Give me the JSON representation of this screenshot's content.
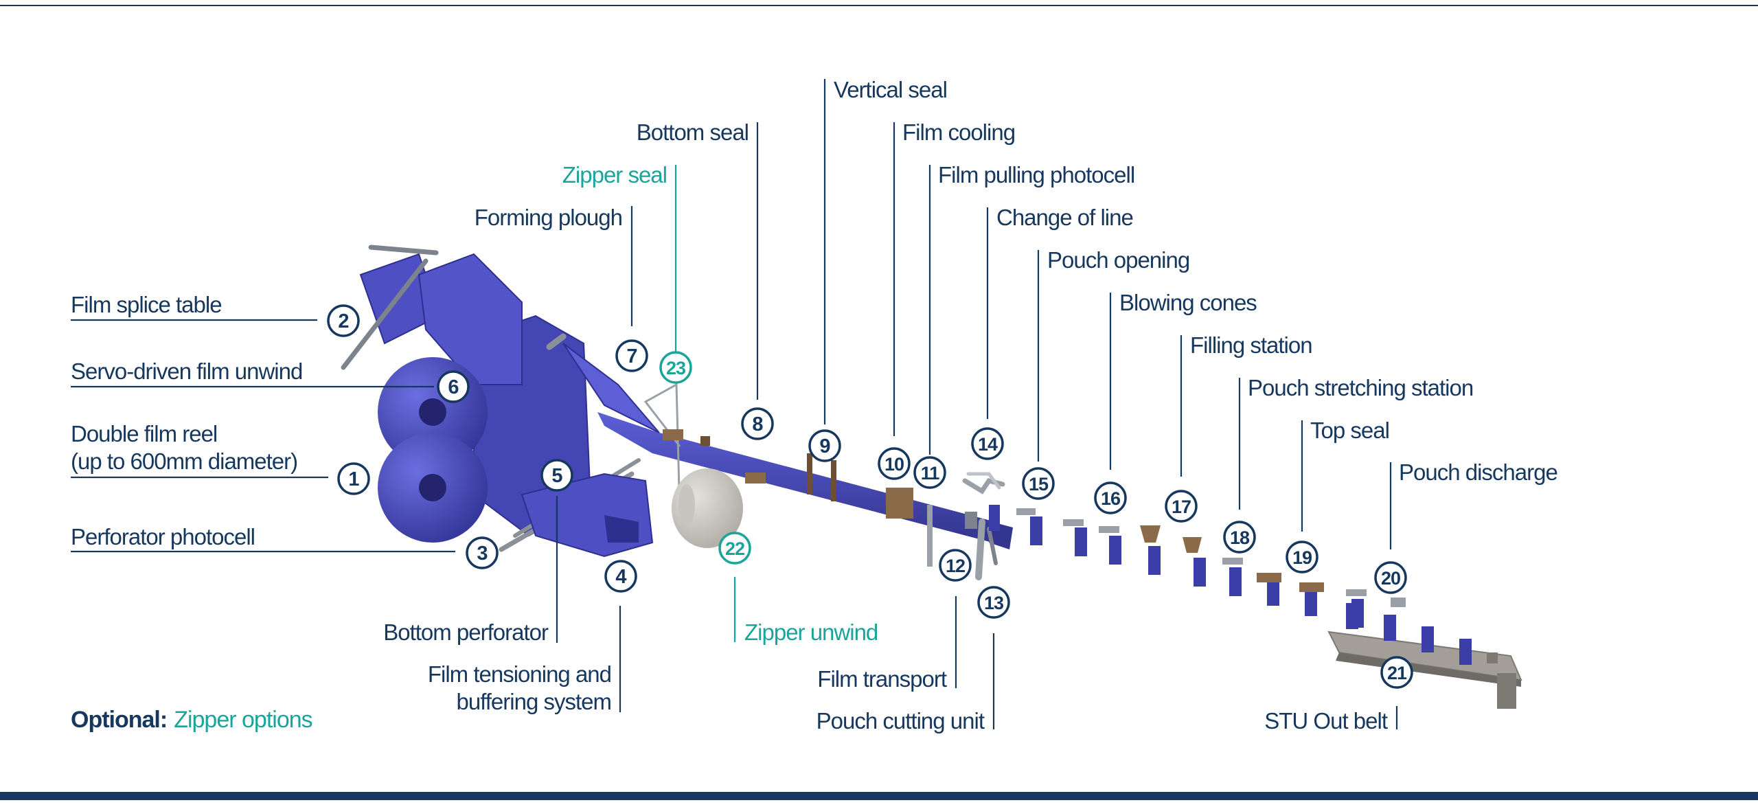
{
  "colors": {
    "navy": "#16375e",
    "teal": "#1aa59a",
    "machine_blue": "#4d4fc2",
    "machine_dark": "#2e2f8f",
    "steel": "#9aa0a8"
  },
  "labels": [
    {
      "id": "film-splice-table",
      "text": "Film splice table",
      "number": "2"
    },
    {
      "id": "servo-driven-film-unwind",
      "text": "Servo-driven film unwind",
      "number": "6"
    },
    {
      "id": "double-film-reel",
      "text": "Double film reel",
      "text2": "(up to 600mm diameter)",
      "number": "1"
    },
    {
      "id": "perforator-photocell",
      "text": "Perforator photocell",
      "number": "3"
    },
    {
      "id": "bottom-perforator",
      "text": "Bottom perforator",
      "number": "5"
    },
    {
      "id": "film-tensioning",
      "text": "Film tensioning and",
      "text2": "buffering system",
      "number": "4"
    },
    {
      "id": "forming-plough",
      "text": "Forming plough",
      "number": "7"
    },
    {
      "id": "zipper-seal",
      "text": "Zipper seal",
      "number": "23",
      "optional": true
    },
    {
      "id": "bottom-seal",
      "text": "Bottom seal",
      "number": "8"
    },
    {
      "id": "vertical-seal",
      "text": "Vertical seal",
      "number": "9"
    },
    {
      "id": "film-cooling",
      "text": "Film cooling",
      "number": "10"
    },
    {
      "id": "film-pulling-photocell",
      "text": "Film pulling photocell",
      "number": "11"
    },
    {
      "id": "change-of-line",
      "text": "Change of line",
      "number": "14"
    },
    {
      "id": "pouch-opening",
      "text": "Pouch opening",
      "number": "15"
    },
    {
      "id": "blowing-cones",
      "text": "Blowing cones",
      "number": "16"
    },
    {
      "id": "filling-station",
      "text": "Filling station",
      "number": "17"
    },
    {
      "id": "pouch-stretching-station",
      "text": "Pouch stretching station",
      "number": "18"
    },
    {
      "id": "top-seal",
      "text": "Top seal",
      "number": "19"
    },
    {
      "id": "pouch-discharge",
      "text": "Pouch discharge",
      "number": "20"
    },
    {
      "id": "zipper-unwind",
      "text": "Zipper unwind",
      "number": "22",
      "optional": true
    },
    {
      "id": "film-transport",
      "text": "Film transport",
      "number": "12"
    },
    {
      "id": "pouch-cutting-unit",
      "text": "Pouch cutting unit",
      "number": "13"
    },
    {
      "id": "stu-out-belt",
      "text": "STU Out belt",
      "number": "21"
    }
  ],
  "legend": {
    "optional_label": "Optional:",
    "optional_text": "Zipper options"
  }
}
